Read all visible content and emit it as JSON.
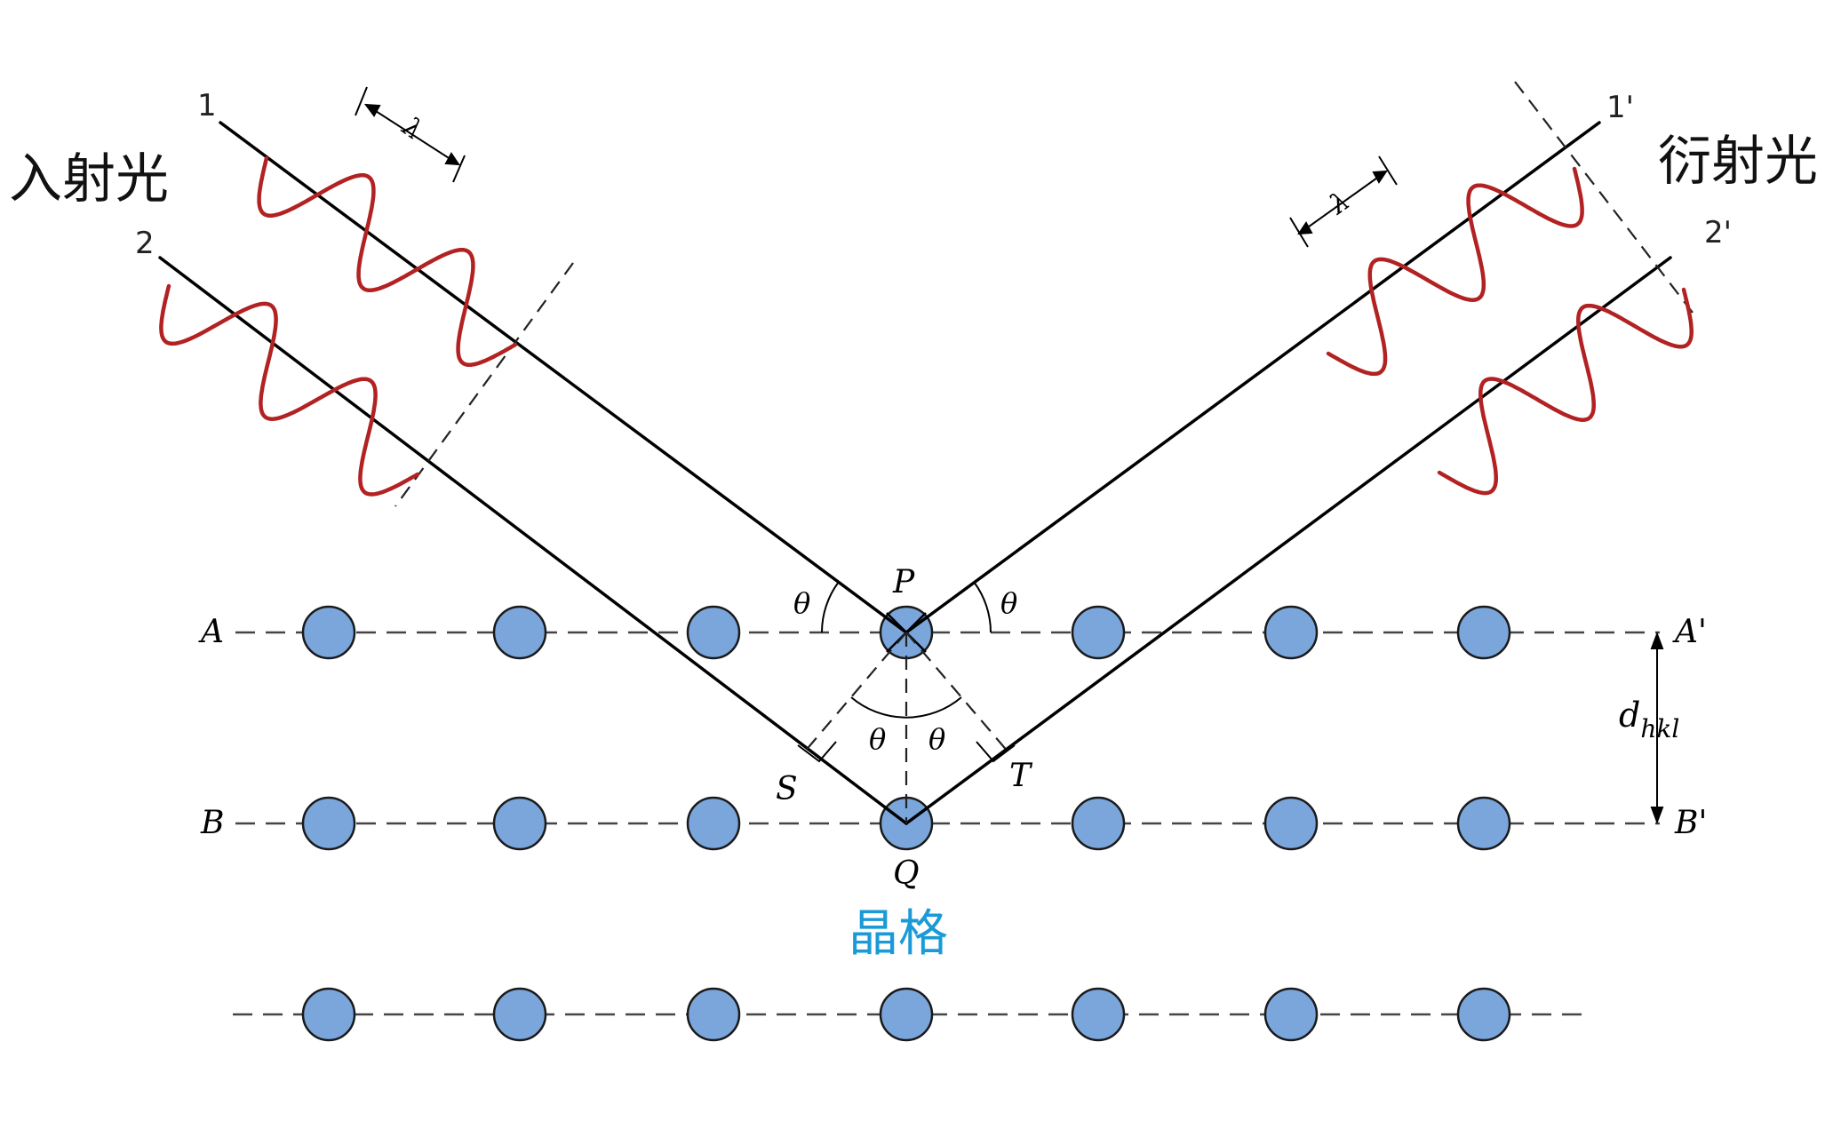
{
  "labels": {
    "incident": "入射光",
    "diffracted": "衍射光",
    "lattice": "晶格",
    "ray1": "1",
    "ray2": "2",
    "ray1p": "1'",
    "ray2p": "2'",
    "lambda_in": "λ",
    "lambda_out": "λ",
    "P": "P",
    "Q": "Q",
    "S": "S",
    "T": "T",
    "A": "A",
    "Ap": "A'",
    "B": "B",
    "Bp": "B'",
    "theta_left": "θ",
    "theta_right": "θ",
    "theta_inner_left": "θ",
    "theta_inner_right": "θ",
    "d": "d",
    "d_sub": "hkl"
  },
  "colors": {
    "wave": "#b22222",
    "atom_fill": "#7aa6dc",
    "atom_stroke": "#1a1a1a",
    "line": "#000000",
    "dash": "#555555",
    "lattice_label": "#1a9ad6"
  }
}
